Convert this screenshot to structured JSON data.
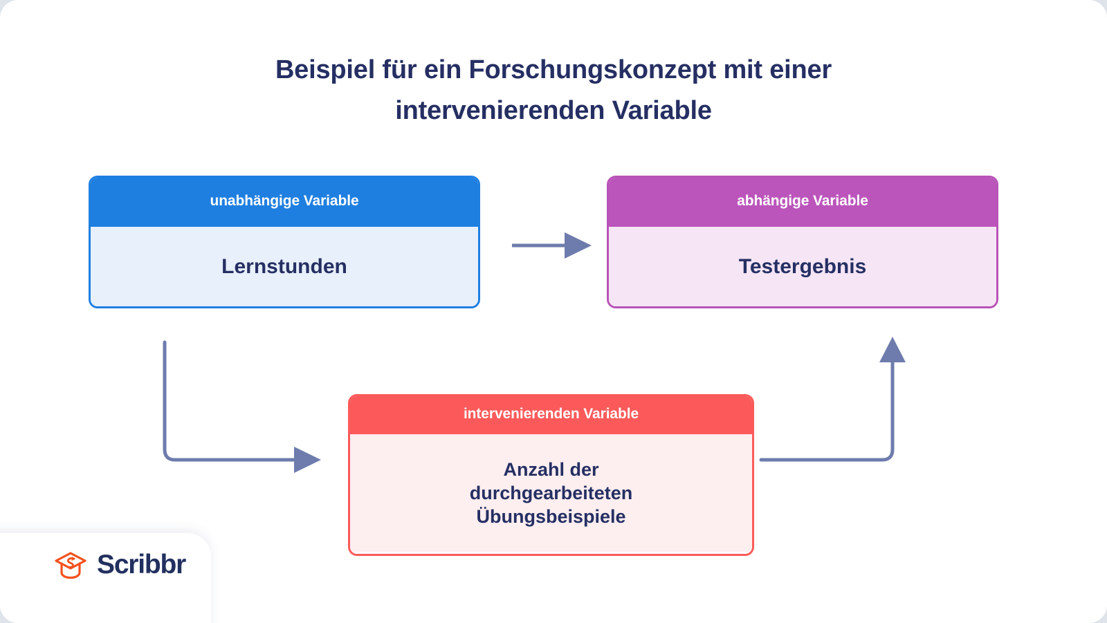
{
  "page": {
    "title_line1": "Beispiel für ein Forschungskonzept mit einer",
    "title_line2": "intervenierenden Variable",
    "background_color": "#ffffff",
    "title_color": "#252f63"
  },
  "diagram": {
    "type": "flow-diagram",
    "nodes": [
      {
        "id": "independent",
        "header": "unabhängige Variable",
        "body": "Lernstunden",
        "header_color": "#1f7fe0",
        "body_color": "#e7f0fb",
        "border_color": "#1f7fe0",
        "text_color": "#252f63"
      },
      {
        "id": "dependent",
        "header": "abhängige Variable",
        "body": "Testergebnis",
        "header_color": "#bb55bb",
        "body_color": "#f5e5f5",
        "border_color": "#b853b8",
        "text_color": "#252f63"
      },
      {
        "id": "intervening",
        "header": "intervenierenden Variable",
        "body_line1": "Anzahl der",
        "body_line2": "durchgearbeiteten",
        "body_line3": "Übungsbeispiele",
        "header_color": "#fc5a5a",
        "body_color": "#fdeef0",
        "border_color": "#fc5a5a",
        "text_color": "#252f63"
      }
    ],
    "edges": [
      {
        "id": "independent-to-dependent",
        "from": "independent",
        "to": "dependent",
        "shape": "straight-right"
      },
      {
        "id": "independent-to-intervening",
        "from": "independent",
        "to": "intervening",
        "shape": "elbow-down-right"
      },
      {
        "id": "intervening-to-dependent",
        "from": "intervening",
        "to": "dependent",
        "shape": "elbow-right-up"
      }
    ],
    "arrow_color": "#6e7cad"
  },
  "branding": {
    "name": "Scribbr",
    "logo_color": "#f4511e",
    "word_color": "#22305f"
  }
}
